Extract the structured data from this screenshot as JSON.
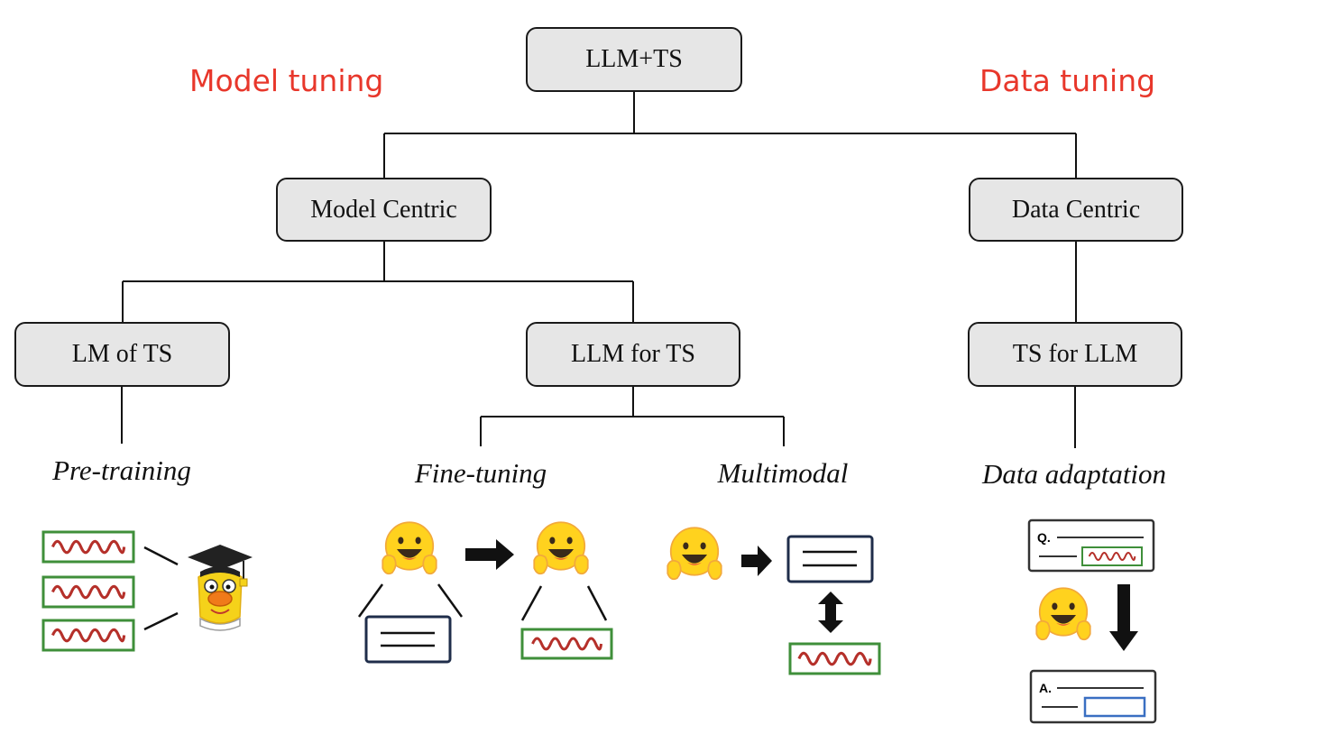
{
  "categories": {
    "model_tuning": "Model tuning",
    "data_tuning": "Data tuning"
  },
  "nodes": {
    "root": "LLM+TS",
    "model_centric": "Model Centric",
    "data_centric": "Data Centric",
    "lm_of_ts": "LM of TS",
    "llm_for_ts": "LLM for TS",
    "ts_for_llm": "TS for LLM"
  },
  "methods": {
    "pretraining": "Pre-training",
    "finetuning": "Fine-tuning",
    "multimodal": "Multimodal",
    "data_adaptation": "Data adaptation"
  },
  "qa": {
    "question": "Q.",
    "answer": "A."
  },
  "icons": {
    "face": "hugging-face-icon",
    "bert": "bert-graduate-icon",
    "series": "time-series-icon",
    "text": "text-document-icon"
  },
  "colors": {
    "accent": "#e8372b",
    "node_fill": "#e6e6e6",
    "series_border": "#3f8f3a",
    "wave": "#b5302a",
    "text_doc_border": "#1f2d4a",
    "answer_box": "#3a6fc2"
  }
}
